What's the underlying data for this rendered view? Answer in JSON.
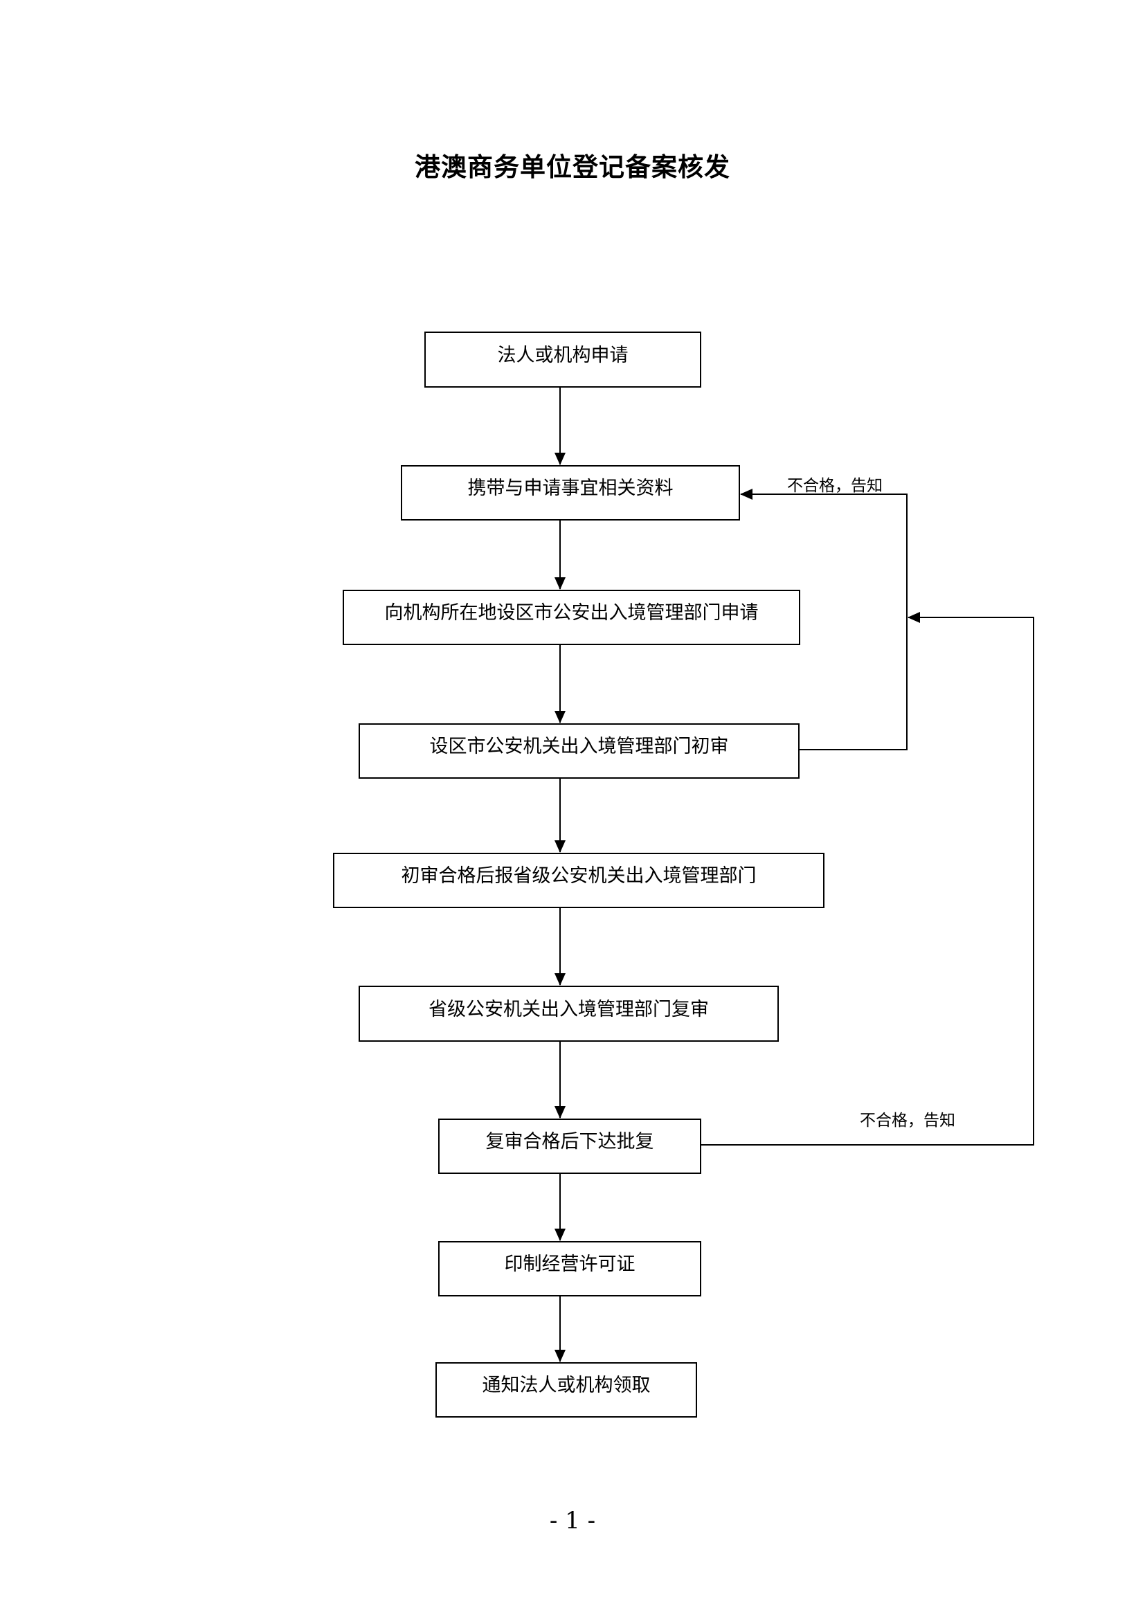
{
  "document": {
    "title": "港澳商务单位登记备案核发",
    "page_number": "- 1 -"
  },
  "flow": {
    "steps": [
      {
        "label": "法人或机构申请"
      },
      {
        "label": "携带与申请事宜相关资料"
      },
      {
        "label": "向机构所在地设区市公安出入境管理部门申请"
      },
      {
        "label": "设区市公安机关出入境管理部门初审"
      },
      {
        "label": "初审合格后报省级公安机关出入境管理部门"
      },
      {
        "label": "省级公安机关出入境管理部门复审"
      },
      {
        "label": "复审合格后下达批复"
      },
      {
        "label": "印制经营许可证"
      },
      {
        "label": "通知法人或机构领取"
      }
    ],
    "feedback": [
      {
        "label": "不合格，告知"
      },
      {
        "label": "不合格，告知"
      }
    ]
  }
}
